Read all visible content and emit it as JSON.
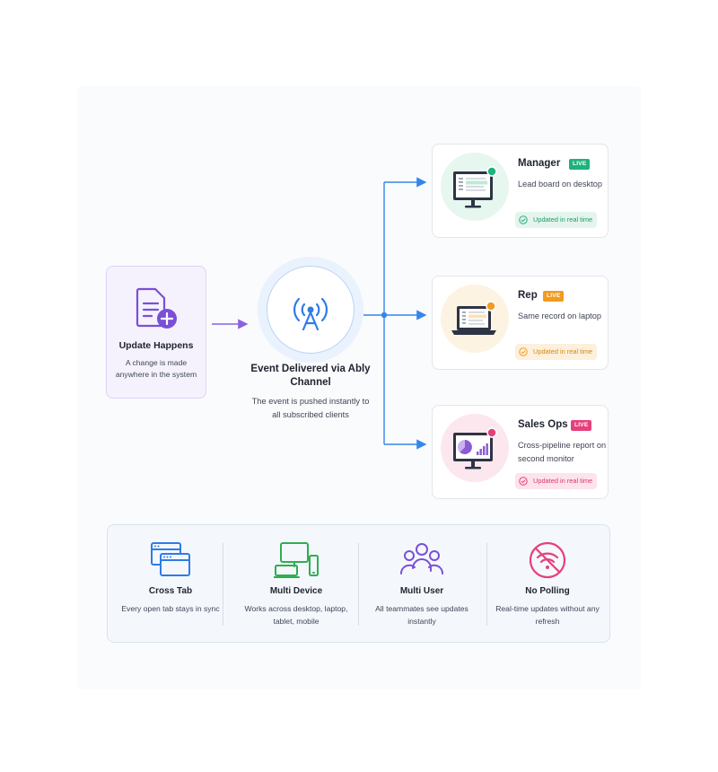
{
  "source": {
    "title": "Update Happens",
    "description": "A change is made anywhere in the system",
    "icon": "document-plus-icon",
    "color": "#7b4fd6"
  },
  "hub": {
    "title": "Event Delivered via Ably Channel",
    "description": "The event is pushed instantly to all subscribed clients",
    "icon": "broadcast-antenna-icon",
    "color": "#2f7be8"
  },
  "clients": [
    {
      "name": "Manager",
      "badge": "LIVE",
      "description": "Lead board on desktop",
      "status": "Updated in real time",
      "device": "desktop-monitor-icon",
      "accent": "#1fb27c"
    },
    {
      "name": "Rep",
      "badge": "LIVE",
      "description": "Same record on laptop",
      "status": "Updated in real time",
      "device": "laptop-icon",
      "accent": "#f29b1e"
    },
    {
      "name": "Sales Ops",
      "badge": "LIVE",
      "description": "Cross-pipeline report on second monitor",
      "status": "Updated in real time",
      "device": "monitor-chart-icon",
      "accent": "#e6407a"
    }
  ],
  "features": [
    {
      "title": "Cross Tab",
      "description": "Every open tab stays in sync",
      "icon": "browser-tabs-icon",
      "color": "#2f7be8"
    },
    {
      "title": "Multi Device",
      "description": "Works across desktop, laptop, tablet, mobile",
      "icon": "devices-icon",
      "color": "#2fae4e"
    },
    {
      "title": "Multi User",
      "description": "All teammates see updates instantly",
      "icon": "users-icon",
      "color": "#7b4fd6"
    },
    {
      "title": "No Polling",
      "description": "Real-time updates without any refresh",
      "icon": "no-wifi-icon",
      "color": "#e6407a"
    }
  ]
}
